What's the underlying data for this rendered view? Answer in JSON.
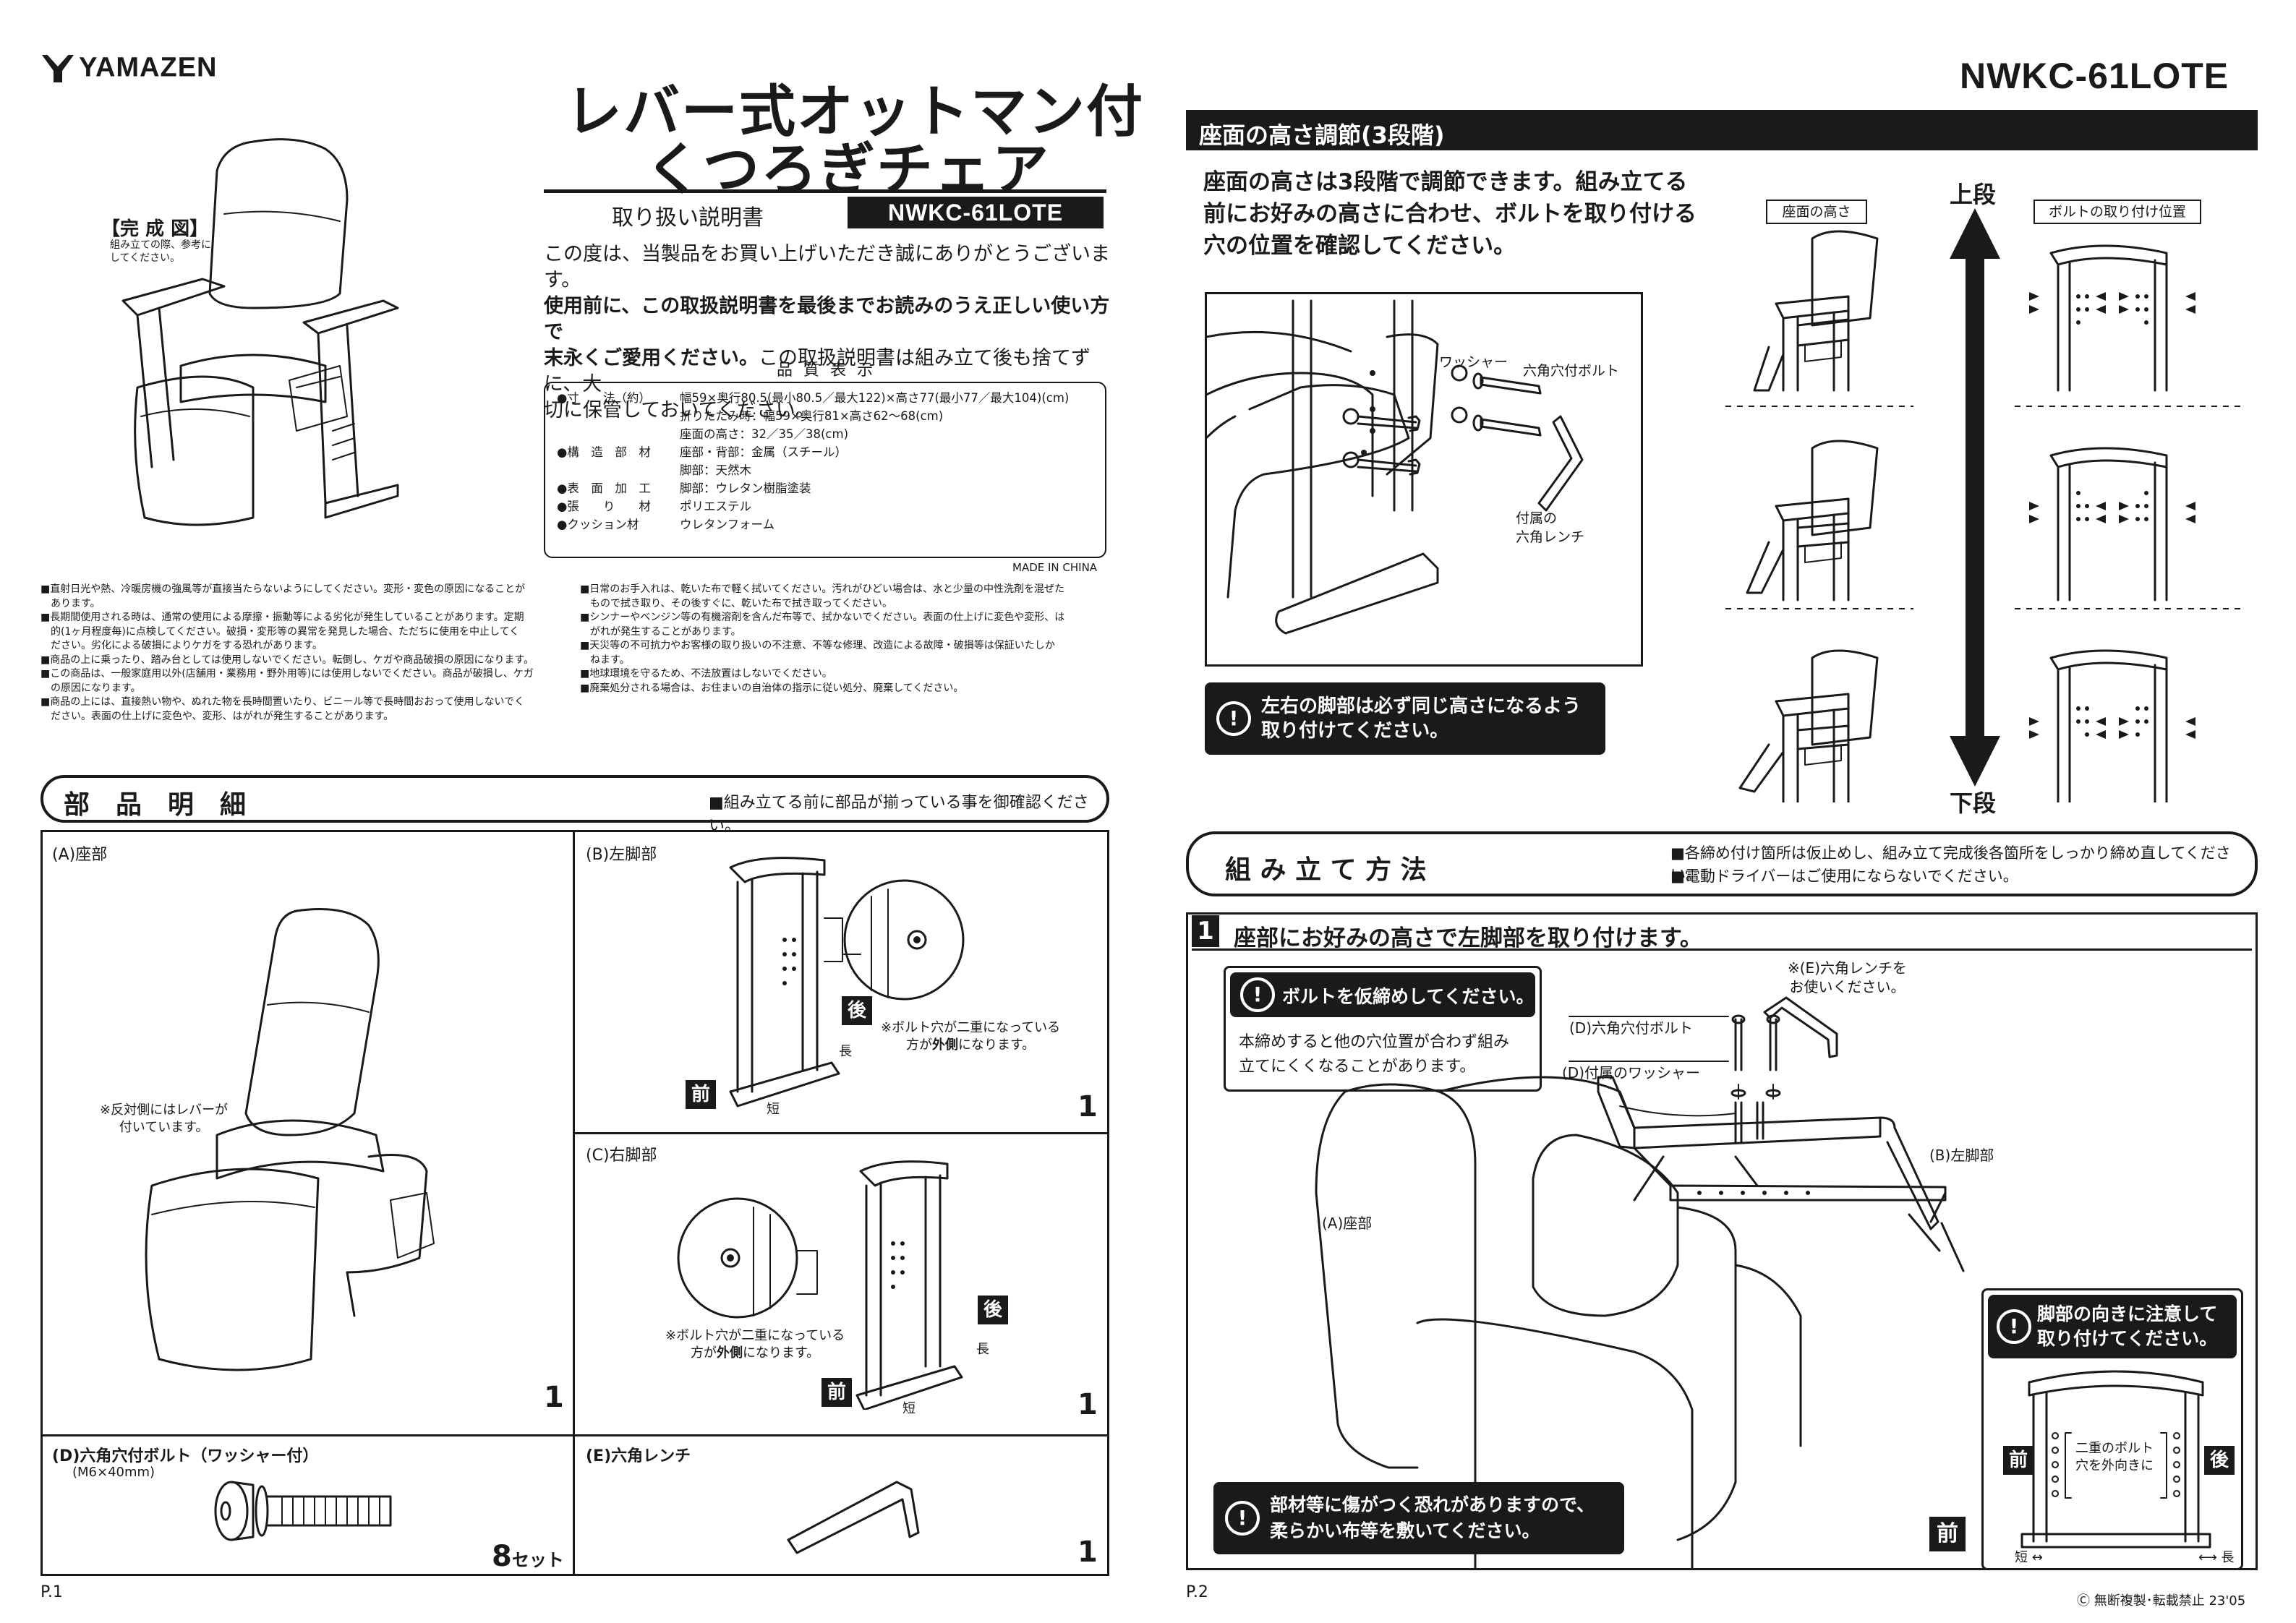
{
  "brand": {
    "name": "YAMAZEN"
  },
  "title": {
    "line1": "レバー式オットマン付",
    "line2": "くつろぎチェア"
  },
  "manual_label": "取り扱い説明書",
  "model": "NWKC-61LOTE",
  "completed": {
    "label": "【完 成 図】",
    "note": "組み立ての際、参考に\nしてください。"
  },
  "intro": {
    "line1": "この度は、当製品をお買い上げいただき誠にありがとうございます。",
    "line2": "使用前に、この取扱説明書を最後までお読みのうえ正しい使い方で",
    "line3_bold": "末永くご愛用ください。",
    "line3_rest": "この取扱説明書は組み立て後も捨てずに、大",
    "line4": "切に保管しておいてください。"
  },
  "quality": {
    "heading": "品 質 表 示",
    "rows": [
      {
        "label": "●寸　　法（約）",
        "values": [
          "幅59×奥行80.5(最小80.5／最大122)×高さ77(最小77／最大104)(cm)",
          "折りたたみ時：幅59×奥行81×高さ62〜68(cm)",
          "座面の高さ：32／35／38(cm)"
        ]
      },
      {
        "label": "●構　造　部　材",
        "values": [
          "座部・背部：金属（スチール）",
          "脚部：天然木"
        ]
      },
      {
        "label": "●表　面　加　工",
        "values": [
          "脚部：ウレタン樹脂塗装"
        ]
      },
      {
        "label": "●張　　り　　材",
        "values": [
          "ポリエステル"
        ]
      },
      {
        "label": "●クッション材",
        "values": [
          "ウレタンフォーム"
        ]
      }
    ],
    "origin": "MADE IN CHINA"
  },
  "cautions_left": [
    "■直射日光や熱、冷暖房機の強風等が直接当たらないようにしてください。変形・変色の原因になることが",
    "　あります。",
    "■長期間使用される時は、通常の使用による摩擦・振動等による劣化が発生していることがあります。定期",
    "　的(1ヶ月程度毎)に点検してください。破損・変形等の異常を発見した場合、ただちに使用を中止してく",
    "　ださい。劣化による破損によりケガをする恐れがあります。",
    "■商品の上に乗ったり、踏み台としては使用しないでください。転倒し、ケガや商品破損の原因になります。",
    "■この商品は、一般家庭用以外(店舗用・業務用・野外用等)には使用しないでください。商品が破損し、ケガ",
    "　の原因になります。",
    "■商品の上には、直接熱い物や、ぬれた物を長時間置いたり、ビニール等で長時間おおって使用しないでく",
    "　ださい。表面の仕上げに変色や、変形、はがれが発生することがあります。"
  ],
  "cautions_right": [
    "■日常のお手入れは、乾いた布で軽く拭いてください。汚れがひどい場合は、水と少量の中性洗剤を混ぜた",
    "　もので拭き取り、その後すぐに、乾いた布で拭き取ってください。",
    "■シンナーやベンジン等の有機溶剤を含んだ布等で、拭かないでください。表面の仕上げに変色や変形、は",
    "　がれが発生することがあります。",
    "■天災等の不可抗力やお客様の取り扱いの不注意、不等な修理、改造による故障・破損等は保証いたしか",
    "　ねます。",
    "■地球環境を守るため、不法放置はしないでください。",
    "■廃棄処分される場合は、お住まいの自治体の指示に従い処分、廃棄してください。"
  ],
  "parts": {
    "heading": "部　品　明　細",
    "note": "■組み立てる前に部品が揃っている事を御確認ください。",
    "a": {
      "label": "(A)座部",
      "note": "※反対側にはレバーが\n付いています。",
      "qty": "1"
    },
    "b": {
      "label": "(B)左脚部",
      "note": "※ボルト穴が二重になっている\n方が",
      "note_bold": "外側",
      "note_end": "になります。",
      "qty": "1"
    },
    "c": {
      "label": "(C)右脚部",
      "note": "※ボルト穴が二重になっている\n方が",
      "note_bold": "外側",
      "note_end": "になります。",
      "qty": "1"
    },
    "d": {
      "label": "(D)六角穴付ボルト（ワッシャー付）",
      "sub": "(M6×40mm)",
      "qty": "8",
      "qty_unit": "セット"
    },
    "e": {
      "label": "(E)六角レンチ",
      "qty": "1"
    },
    "front": "前",
    "back": "後",
    "short": "短",
    "long": "長"
  },
  "page1": "P.1",
  "page2": "P.2",
  "seat_height": {
    "heading": "座面の高さ調節(3段階)",
    "text1": "座面の高さは3段階で調節できます。組み立てる",
    "text2": "前にお好みの高さに合わせ、ボルトを取り付ける",
    "text3": "穴の位置を確認してください。",
    "washer": "ワッシャー",
    "bolt": "六角穴付ボルト",
    "wrench": "付属の\n六角レンチ",
    "warning": "左右の脚部は必ず同じ高さになるよう\n取り付けてください。",
    "seat_label": "座面の高さ",
    "bolt_pos_label": "ボルトの取り付け位置",
    "top": "上段",
    "bottom": "下段"
  },
  "assembly": {
    "heading": "組 み 立 て 方 法",
    "note1": "■各締め付け箇所は仮止めし、組み立て完成後各箇所をしっかり締め直してください。",
    "note2": "■電動ドライバーはご使用にならないでください。",
    "step1": {
      "num": "1",
      "title": "座部にお好みの高さで左脚部を取り付けます。",
      "warn": "ボルトを仮締めしてください。",
      "warn_body": "本締めすると他の穴位置が合わず組み\n立てにくくなることがあります。",
      "wrench_note": "※(E)六角レンチを\nお使いください。",
      "bolt_label": "(D)六角穴付ボルト",
      "washer_label": "(D)付属のワッシャー",
      "seat_label": "(A)座部",
      "leg_label": "(B)左脚部",
      "cloth_warn": "部材等に傷がつく恐れがありますので、\n柔らかい布等を敷いてください。",
      "direction_title": "脚部の向きに注意して\n取り付けてください。",
      "double_hole": "二重のボルト\n穴を外向きに",
      "front": "前",
      "back": "後",
      "short": "短",
      "long": "長"
    }
  },
  "copyright": "Ⓒ 無断複製･転載禁止  23'05"
}
